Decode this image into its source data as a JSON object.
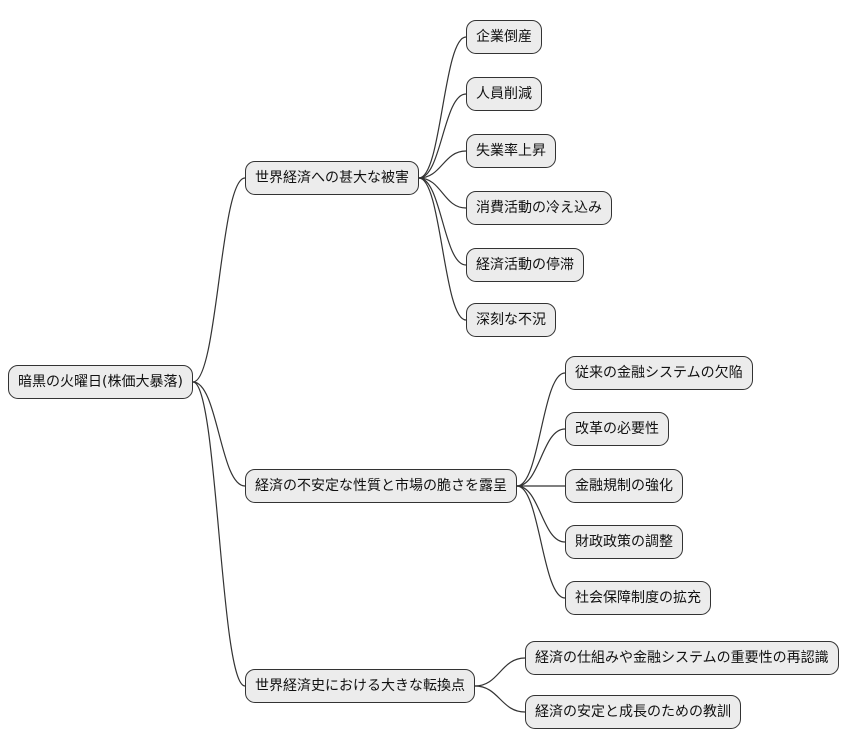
{
  "diagram": {
    "type": "mindmap",
    "background_color": "#ffffff",
    "node_fill_color": "#ececec",
    "node_border_color": "#333333",
    "edge_color": "#333333",
    "text_color": "#111111",
    "root": {
      "label": "暗黒の火曜日(株価大暴落)",
      "children": [
        {
          "label": "世界経済への甚大な被害",
          "children": [
            {
              "label": "企業倒産"
            },
            {
              "label": "人員削減"
            },
            {
              "label": "失業率上昇"
            },
            {
              "label": "消費活動の冷え込み"
            },
            {
              "label": "経済活動の停滞"
            },
            {
              "label": "深刻な不況"
            }
          ]
        },
        {
          "label": "経済の不安定な性質と市場の脆さを露呈",
          "children": [
            {
              "label": "従来の金融システムの欠陥"
            },
            {
              "label": "改革の必要性"
            },
            {
              "label": "金融規制の強化"
            },
            {
              "label": "財政政策の調整"
            },
            {
              "label": "社会保障制度の拡充"
            }
          ]
        },
        {
          "label": "世界経済史における大きな転換点",
          "children": [
            {
              "label": "経済の仕組みや金融システムの重要性の再認識"
            },
            {
              "label": "経済の安定と成長のための教訓"
            }
          ]
        }
      ]
    }
  }
}
